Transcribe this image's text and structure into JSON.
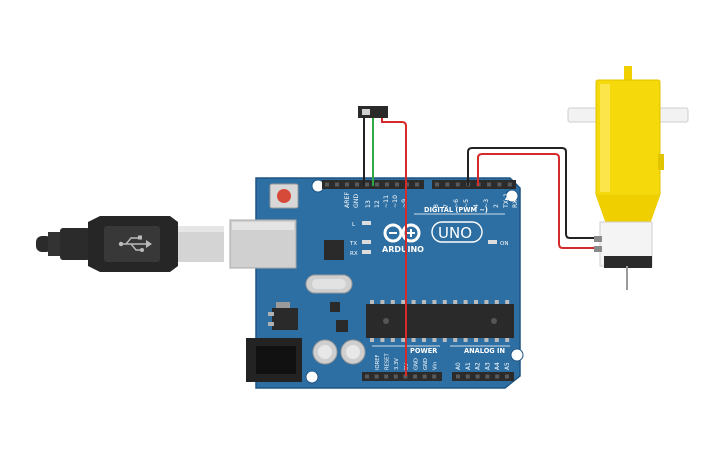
{
  "board": {
    "header_labels": [
      "AREF",
      "GND",
      "13",
      "12",
      "~11",
      "~10",
      "~9",
      "8",
      "7",
      "~6",
      "~5",
      "4",
      "~3",
      "2",
      "TX▸1",
      "RX◂0"
    ],
    "digital_label": "DIGITAL (PWM ~)",
    "led_labels": {
      "l": "L",
      "tx": "TX",
      "rx": "RX",
      "on": "ON"
    },
    "brand": "ARDUINO",
    "model": "UNO",
    "power_label": "POWER",
    "analog_label": "ANALOG IN",
    "power_pins": [
      "IOREF",
      "RESET",
      "3.3V",
      "5V",
      "GND",
      "GND",
      "Vin"
    ],
    "analog_pins": [
      "A0",
      "A1",
      "A2",
      "A3",
      "A4",
      "A5"
    ]
  },
  "colors": {
    "board": "#2d6fa3",
    "board_edge": "#1f5583",
    "wire_red": "#d42a2a",
    "wire_black": "#222222",
    "wire_green": "#2fa84a",
    "motor_yellow": "#f5d90a",
    "usb_cable": "#2b2b2b"
  },
  "icons": [
    "usb-icon",
    "arduino-infinity-logo"
  ]
}
